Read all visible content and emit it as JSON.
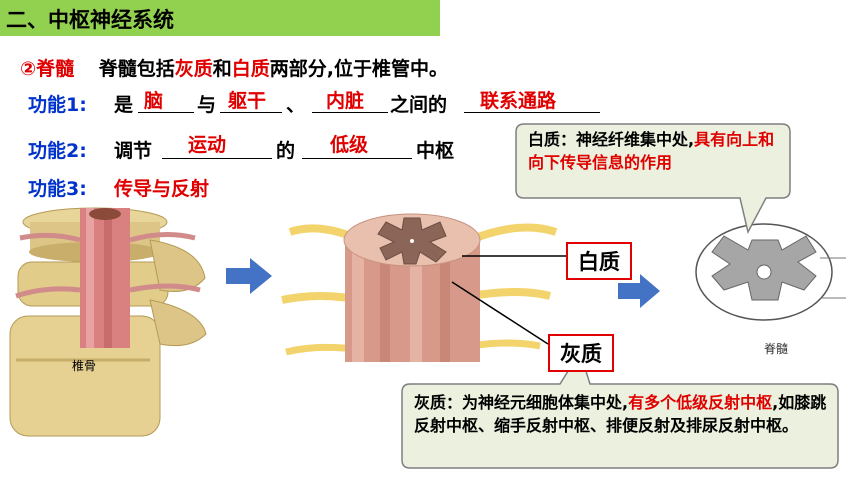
{
  "header": {
    "title": "二、中枢神经系统"
  },
  "intro": {
    "marker": "②脊髓",
    "text_a": "脊髓包括",
    "gray": "灰质",
    "and": "和",
    "white": "白质",
    "text_b": "两部分,位于椎管中。"
  },
  "function1": {
    "label": "功能1:",
    "text_a": "是",
    "fill1": "脑",
    "text_b": "与",
    "fill2": "躯干",
    "text_c": "、",
    "fill3": "内脏",
    "text_d": "之间的",
    "fill4": "联系通路"
  },
  "function2": {
    "label": "功能2:",
    "text_a": "调节",
    "fill1": "运动",
    "text_b": "的",
    "fill2": "低级",
    "text_c": "中枢"
  },
  "function3": {
    "label": "功能3:",
    "value": "传导与反射"
  },
  "callout_white": {
    "lead": "白质：神经纤维集中处,",
    "rest": "具有向上和向下传导信息的作用"
  },
  "callout_gray": {
    "lead": "灰质：为神经元细胞体集中处,",
    "red": "有多个低级反射中枢",
    "rest": ",如膝跳反射中枢、缩手反射中枢、排便反射及排尿反射中枢。"
  },
  "labels": {
    "white": "白质",
    "gray": "灰质",
    "vertebra": "椎骨",
    "spinal": "脊髓"
  },
  "colors": {
    "header": "#92d050",
    "emphasis": "#e00000",
    "function_label": "#0033cc",
    "arrow": "#4472c4",
    "callout_bg": "#ebf1de",
    "callout_border": "#7f7f7f"
  }
}
